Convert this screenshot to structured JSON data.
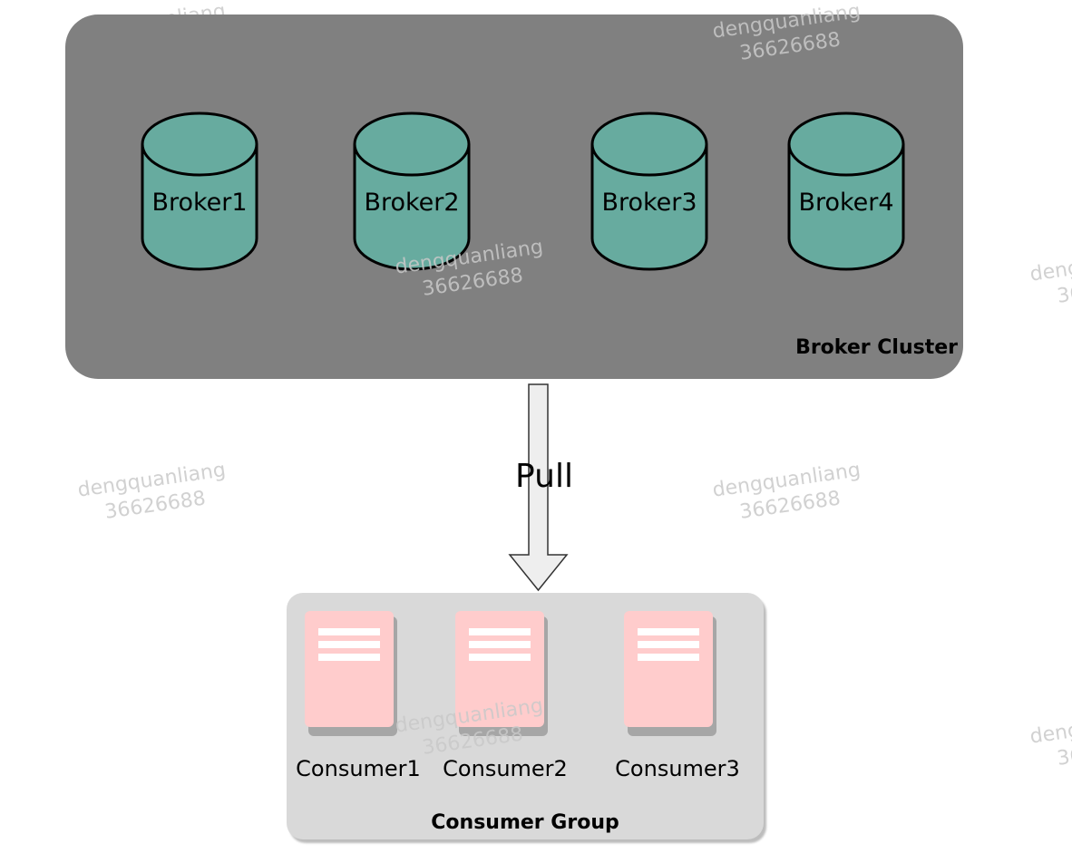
{
  "broker_cluster": {
    "label": "Broker Cluster",
    "brokers": [
      "Broker1",
      "Broker2",
      "Broker3",
      "Broker4"
    ],
    "fill_color": "#808080",
    "broker_color": "#67ab9f"
  },
  "arrow": {
    "label": "Pull"
  },
  "consumer_group": {
    "label": "Consumer Group",
    "consumers": [
      "Consumer1",
      "Consumer2",
      "Consumer3"
    ],
    "fill_color": "#d9d9d9",
    "consumer_color": "#ffcccc"
  },
  "watermark": {
    "line1": "dengquanliang",
    "line2": "36626688"
  }
}
